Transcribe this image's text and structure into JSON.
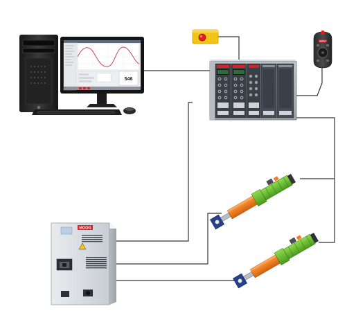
{
  "monitor": {
    "readout": "546"
  },
  "cabinet": {
    "brand": "MOOG"
  },
  "pendant": {
    "brand": "MOOG"
  },
  "colors": {
    "background": "#ffffff",
    "wire": "#333333",
    "actuator_green": "#6cc230",
    "actuator_orange": "#f07a1a",
    "actuator_blue": "#2a3f8f",
    "estop_yellow": "#f2c318",
    "estop_red": "#e0201b",
    "moog_red": "#d8222a",
    "sine_wave": "#c0475c"
  }
}
